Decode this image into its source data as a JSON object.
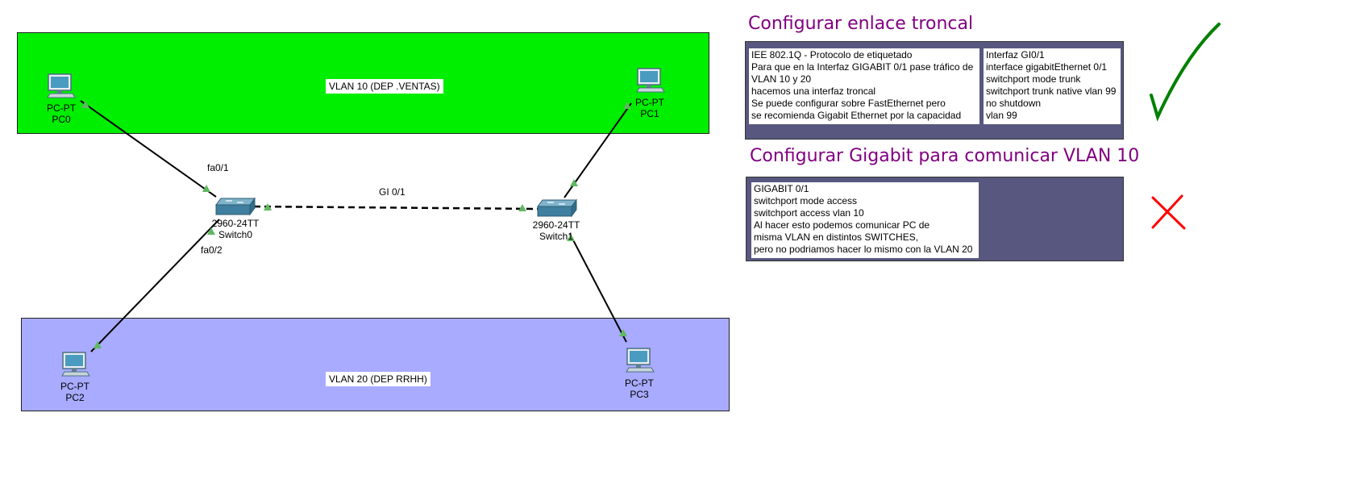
{
  "zones": {
    "vlan10": {
      "label": "VLAN 10 (DEP .VENTAS)",
      "color": "#00ee00"
    },
    "vlan20": {
      "label": "VLAN 20 (DEP RRHH)",
      "color": "#a8abff"
    }
  },
  "devices": {
    "pc0": {
      "model": "PC-PT",
      "name": "PC0"
    },
    "pc1": {
      "model": "PC-PT",
      "name": "PC1"
    },
    "pc2": {
      "model": "PC-PT",
      "name": "PC2"
    },
    "pc3": {
      "model": "PC-PT",
      "name": "PC3"
    },
    "switch0": {
      "model": "2960-24TT",
      "name": "Switch0"
    },
    "switch1": {
      "model": "2960-24TT",
      "name": "Switch1"
    }
  },
  "ports": {
    "fa01": "fa0/1",
    "fa02": "fa0/2",
    "gi01": "GI 0/1"
  },
  "trunk_section": {
    "title": "Configurar enlace troncal",
    "left_note": [
      "IEE 802.1Q - Protocolo de etiquetado",
      "Para que en la Interfaz GIGABIT 0/1 pase tráfico de",
      "VLAN 10 y 20",
      "hacemos una interfaz troncal",
      "Se puede configurar sobre FastEthernet pero",
      "se recomienda Gigabit Ethernet por la capacidad"
    ],
    "right_note": [
      "Interfaz GI0/1",
      "interface gigabitEthernet 0/1",
      "switchport mode trunk",
      "switchport trunk native vlan 99",
      "no shutdown",
      "vlan 99"
    ],
    "status_icon": "checkmark-icon",
    "status_color": "#008000"
  },
  "access_section": {
    "title": "Configurar Gigabit para comunicar VLAN 10",
    "note": [
      "GIGABIT 0/1",
      "switchport mode access",
      "switchport access vlan 10",
      "Al hacer esto podemos comunicar PC de",
      "misma VLAN en distintos SWITCHES,",
      "pero no podriamos hacer lo mismo con la VLAN 20"
    ],
    "status_icon": "cross-icon",
    "status_color": "#ff0000"
  },
  "link_indicator_color": "#5fb85f"
}
